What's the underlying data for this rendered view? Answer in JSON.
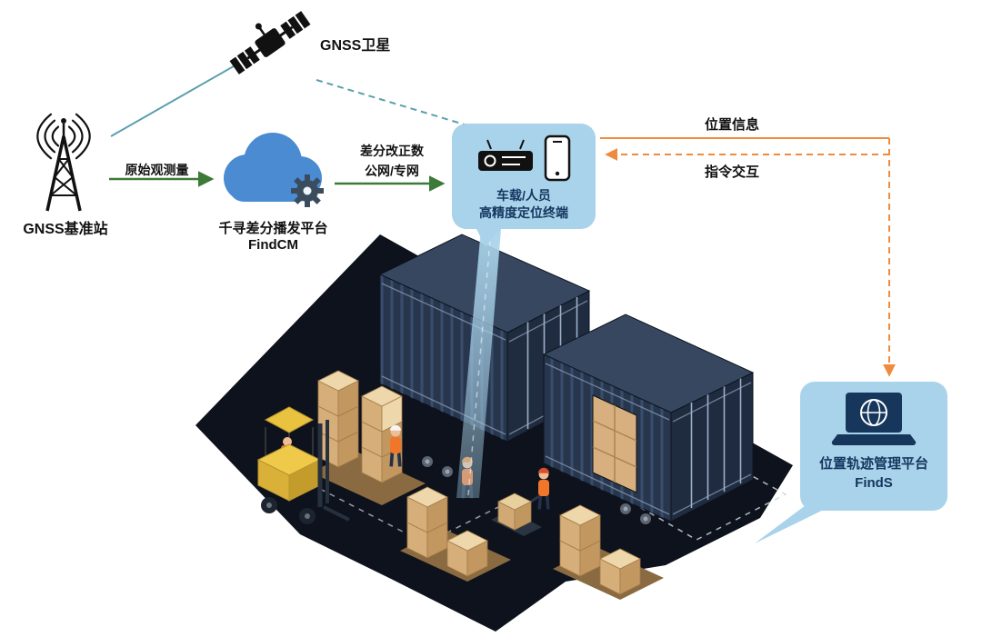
{
  "nodes": {
    "satellite": {
      "label": "GNSS卫星"
    },
    "base_station": {
      "label": "GNSS基准站"
    },
    "cloud_platform": {
      "name": "千寻差分播发平台",
      "product": "FindCM"
    },
    "terminal": {
      "line1": "车载/人员",
      "line2": "高精度定位终端"
    },
    "management_platform": {
      "name": "位置轨迹管理平台",
      "product": "FindS"
    }
  },
  "flows": {
    "raw_observation": "原始观测量",
    "correction_line1": "差分改正数",
    "correction_line2": "公网/专网",
    "position_info": "位置信息",
    "command_interaction": "指令交互"
  },
  "colors": {
    "bubble": "#a9d3ea",
    "bubble_text": "#14365f",
    "green_arrow": "#3c7a38",
    "orange_arrow": "#f08a3c",
    "teal_line": "#5b9fae",
    "cloud_blue": "#4a8bd2",
    "gear_slate": "#3a4c5d",
    "scene_floor": "#0d121c",
    "container": "#27364d",
    "carton": "#d6ae79",
    "forklift": "#e9c23f"
  },
  "icons": {
    "satellite": "satellite-icon",
    "base_station": "radio-tower-icon",
    "cloud_platform": "cloud-gear-icon",
    "terminal": "receiver-icon + smartphone-icon",
    "management_platform": "laptop-globe-icon"
  }
}
